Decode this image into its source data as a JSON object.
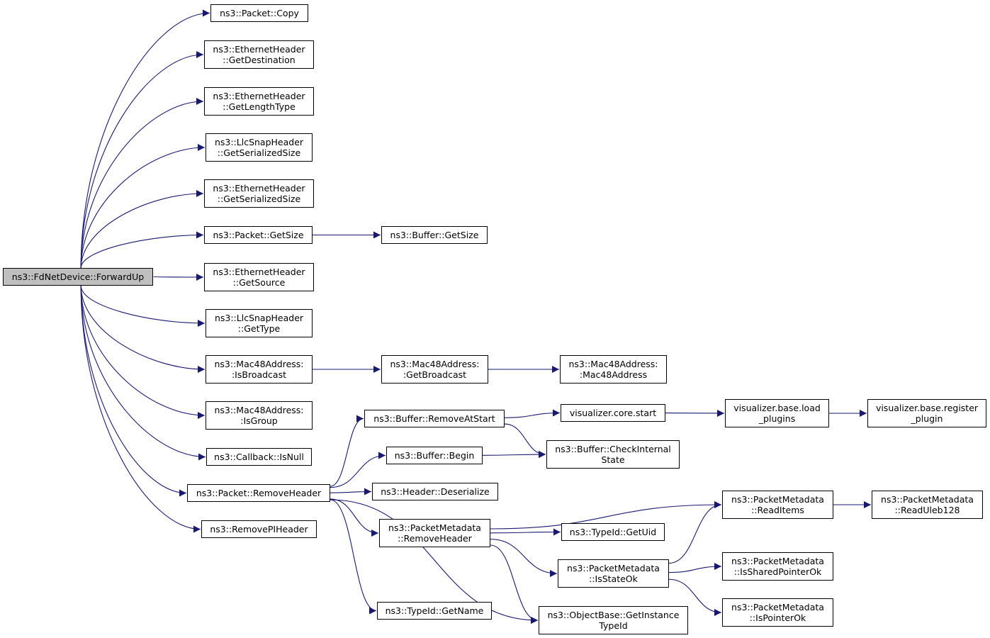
{
  "colors": {
    "edge": "#191970",
    "root_fill": "#bfbfbf",
    "node_fill": "#ffffff",
    "node_border": "#000000"
  },
  "nodes": {
    "root": {
      "lines": [
        "ns3::FdNetDevice::ForwardUp"
      ]
    },
    "copy": {
      "lines": [
        "ns3::Packet::Copy"
      ]
    },
    "eth_getdest": {
      "lines": [
        "ns3::EthernetHeader",
        "::GetDestination"
      ]
    },
    "eth_getlen": {
      "lines": [
        "ns3::EthernetHeader",
        "::GetLengthType"
      ]
    },
    "llc_getser": {
      "lines": [
        "ns3::LlcSnapHeader",
        "::GetSerializedSize"
      ]
    },
    "eth_getser": {
      "lines": [
        "ns3::EthernetHeader",
        "::GetSerializedSize"
      ]
    },
    "pkt_getsize": {
      "lines": [
        "ns3::Packet::GetSize"
      ]
    },
    "buf_getsize": {
      "lines": [
        "ns3::Buffer::GetSize"
      ]
    },
    "eth_getsrc": {
      "lines": [
        "ns3::EthernetHeader",
        "::GetSource"
      ]
    },
    "llc_gettype": {
      "lines": [
        "ns3::LlcSnapHeader",
        "::GetType"
      ]
    },
    "mac_isbcast": {
      "lines": [
        "ns3::Mac48Address:",
        ":IsBroadcast"
      ]
    },
    "mac_getbcast": {
      "lines": [
        "ns3::Mac48Address:",
        ":GetBroadcast"
      ]
    },
    "mac_ctor": {
      "lines": [
        "ns3::Mac48Address:",
        ":Mac48Address"
      ]
    },
    "mac_isgroup": {
      "lines": [
        "ns3::Mac48Address:",
        ":IsGroup"
      ]
    },
    "cb_isnull": {
      "lines": [
        "ns3::Callback::IsNull"
      ]
    },
    "pkt_removehdr": {
      "lines": [
        "ns3::Packet::RemoveHeader"
      ]
    },
    "removepi": {
      "lines": [
        "ns3::RemovePIHeader"
      ]
    },
    "buf_removestart": {
      "lines": [
        "ns3::Buffer::RemoveAtStart"
      ]
    },
    "buf_begin": {
      "lines": [
        "ns3::Buffer::Begin"
      ]
    },
    "hdr_deser": {
      "lines": [
        "ns3::Header::Deserialize"
      ]
    },
    "pm_removehdr": {
      "lines": [
        "ns3::PacketMetadata",
        "::RemoveHeader"
      ]
    },
    "tid_getname": {
      "lines": [
        "ns3::TypeId::GetName"
      ]
    },
    "viz_start": {
      "lines": [
        "visualizer.core.start"
      ]
    },
    "buf_checkint": {
      "lines": [
        "ns3::Buffer::CheckInternal",
        "State"
      ]
    },
    "tid_getuid": {
      "lines": [
        "ns3::TypeId::GetUid"
      ]
    },
    "pm_isstateok": {
      "lines": [
        "ns3::PacketMetadata",
        "::IsStateOk"
      ]
    },
    "ob_getinst": {
      "lines": [
        "ns3::ObjectBase::GetInstance",
        "TypeId"
      ]
    },
    "viz_load": {
      "lines": [
        "visualizer.base.load",
        "_plugins"
      ]
    },
    "pm_readitems": {
      "lines": [
        "ns3::PacketMetadata",
        "::ReadItems"
      ]
    },
    "pm_issharedptr": {
      "lines": [
        "ns3::PacketMetadata",
        "::IsSharedPointerOk"
      ]
    },
    "pm_isptrok": {
      "lines": [
        "ns3::PacketMetadata",
        "::IsPointerOk"
      ]
    },
    "viz_register": {
      "lines": [
        "visualizer.base.register",
        "_plugin"
      ]
    },
    "pm_readuleb": {
      "lines": [
        "ns3::PacketMetadata",
        "::ReadUleb128"
      ]
    }
  },
  "edges": [
    [
      "root",
      "copy"
    ],
    [
      "root",
      "eth_getdest"
    ],
    [
      "root",
      "eth_getlen"
    ],
    [
      "root",
      "llc_getser"
    ],
    [
      "root",
      "eth_getser"
    ],
    [
      "root",
      "pkt_getsize"
    ],
    [
      "root",
      "eth_getsrc"
    ],
    [
      "root",
      "llc_gettype"
    ],
    [
      "root",
      "mac_isbcast"
    ],
    [
      "root",
      "mac_isgroup"
    ],
    [
      "root",
      "cb_isnull"
    ],
    [
      "root",
      "pkt_removehdr"
    ],
    [
      "root",
      "removepi"
    ],
    [
      "pkt_getsize",
      "buf_getsize"
    ],
    [
      "mac_isbcast",
      "mac_getbcast"
    ],
    [
      "mac_getbcast",
      "mac_ctor"
    ],
    [
      "pkt_removehdr",
      "buf_removestart"
    ],
    [
      "pkt_removehdr",
      "buf_begin"
    ],
    [
      "pkt_removehdr",
      "hdr_deser"
    ],
    [
      "pkt_removehdr",
      "pm_removehdr"
    ],
    [
      "pkt_removehdr",
      "tid_getname"
    ],
    [
      "pkt_removehdr",
      "ob_getinst"
    ],
    [
      "buf_removestart",
      "viz_start"
    ],
    [
      "buf_removestart",
      "buf_checkint"
    ],
    [
      "buf_begin",
      "buf_checkint"
    ],
    [
      "viz_start",
      "viz_load"
    ],
    [
      "viz_load",
      "viz_register"
    ],
    [
      "pm_removehdr",
      "pm_readitems"
    ],
    [
      "pm_removehdr",
      "tid_getuid"
    ],
    [
      "pm_removehdr",
      "pm_isstateok"
    ],
    [
      "pm_removehdr",
      "ob_getinst"
    ],
    [
      "pm_isstateok",
      "pm_readitems"
    ],
    [
      "pm_isstateok",
      "pm_issharedptr"
    ],
    [
      "pm_isstateok",
      "pm_isptrok"
    ],
    [
      "pm_readitems",
      "pm_readuleb"
    ]
  ]
}
